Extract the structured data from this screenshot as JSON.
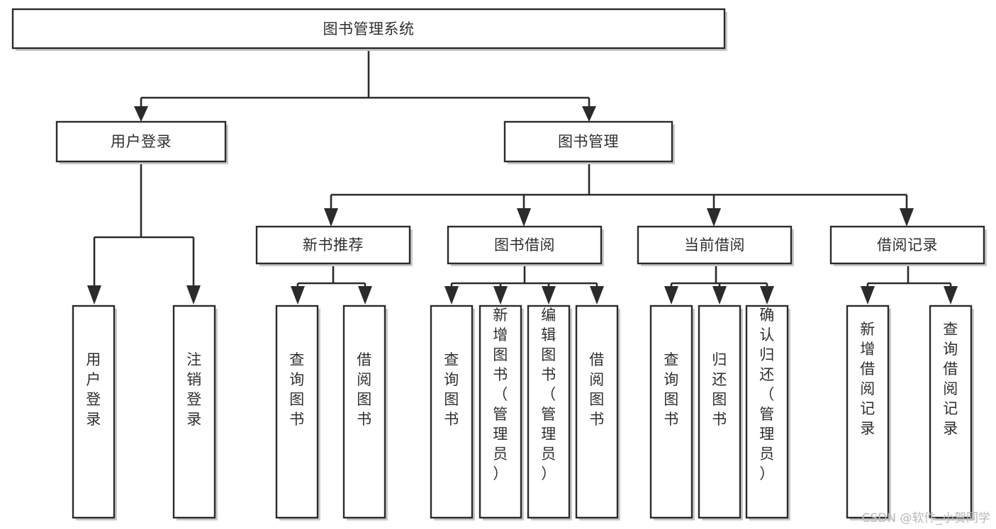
{
  "diagram": {
    "type": "tree",
    "title": "图书管理系统",
    "watermark": "CSDN @软件_小贺同学",
    "colors": {
      "background": "#ffffff",
      "stroke": "#2b2b2b",
      "text": "#2f2f2f",
      "shadow": "#c9c9c9",
      "watermark": "#b9b9b9"
    },
    "nodes": {
      "root": {
        "label": "图书管理系统",
        "orientation": "horizontal",
        "level": 0
      },
      "l1": [
        {
          "label": "用户登录",
          "orientation": "horizontal",
          "level": 1
        },
        {
          "label": "图书管理",
          "orientation": "horizontal",
          "level": 1
        }
      ],
      "l2": [
        {
          "label": "新书推荐",
          "orientation": "horizontal",
          "level": 2,
          "parent": "图书管理"
        },
        {
          "label": "图书借阅",
          "orientation": "horizontal",
          "level": 2,
          "parent": "图书管理"
        },
        {
          "label": "当前借阅",
          "orientation": "horizontal",
          "level": 2,
          "parent": "图书管理"
        },
        {
          "label": "借阅记录",
          "orientation": "horizontal",
          "level": 2,
          "parent": "图书管理"
        }
      ],
      "leaves": [
        {
          "label": "用户登录",
          "orientation": "vertical",
          "parent": "用户登录"
        },
        {
          "label": "注销登录",
          "orientation": "vertical",
          "parent": "用户登录"
        },
        {
          "label": "查询图书",
          "orientation": "vertical",
          "parent": "新书推荐"
        },
        {
          "label": "借阅图书",
          "orientation": "vertical",
          "parent": "新书推荐"
        },
        {
          "label": "查询图书",
          "orientation": "vertical",
          "parent": "图书借阅"
        },
        {
          "label": "新增图书（管理员）",
          "orientation": "vertical",
          "parent": "图书借阅"
        },
        {
          "label": "编辑图书（管理员）",
          "orientation": "vertical",
          "parent": "图书借阅"
        },
        {
          "label": "借阅图书",
          "orientation": "vertical",
          "parent": "图书借阅"
        },
        {
          "label": "查询图书",
          "orientation": "vertical",
          "parent": "当前借阅"
        },
        {
          "label": "归还图书",
          "orientation": "vertical",
          "parent": "当前借阅"
        },
        {
          "label": "确认归还（管理员）",
          "orientation": "vertical",
          "parent": "当前借阅"
        },
        {
          "label": "新增借阅记录",
          "orientation": "vertical",
          "parent": "借阅记录"
        },
        {
          "label": "查询借阅记录",
          "orientation": "vertical",
          "parent": "借阅记录"
        }
      ]
    }
  }
}
